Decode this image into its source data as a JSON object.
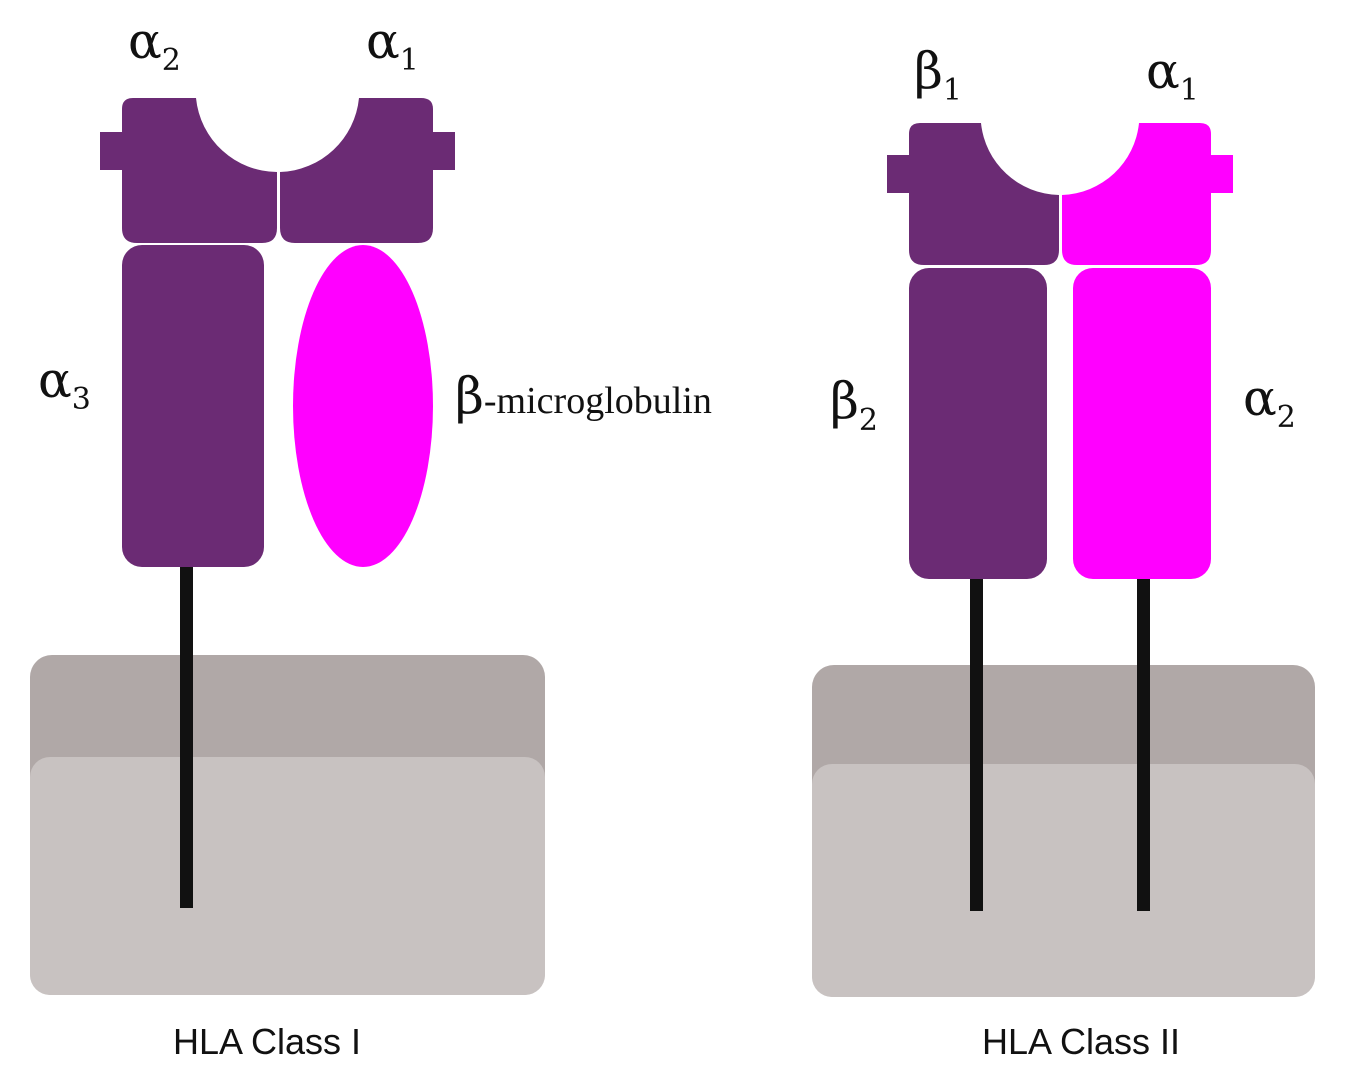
{
  "colors": {
    "purple": "#6b2b74",
    "magenta": "#ff00ff",
    "membrane_top": "#b0a8a7",
    "membrane_bottom": "#c8c2c1",
    "tail": "#111111"
  },
  "class_i": {
    "caption": "HLA Class I",
    "alpha2": {
      "base": "α",
      "sub": "2"
    },
    "alpha1": {
      "base": "α",
      "sub": "1"
    },
    "alpha3": {
      "base": "α",
      "sub": "3"
    },
    "beta_micro": {
      "base": "β",
      "rest": "-microglobulin"
    }
  },
  "class_ii": {
    "caption": "HLA Class II",
    "beta1": {
      "base": "β",
      "sub": "1"
    },
    "alpha1": {
      "base": "α",
      "sub": "1"
    },
    "beta2": {
      "base": "β",
      "sub": "2"
    },
    "alpha2": {
      "base": "α",
      "sub": "2"
    }
  }
}
